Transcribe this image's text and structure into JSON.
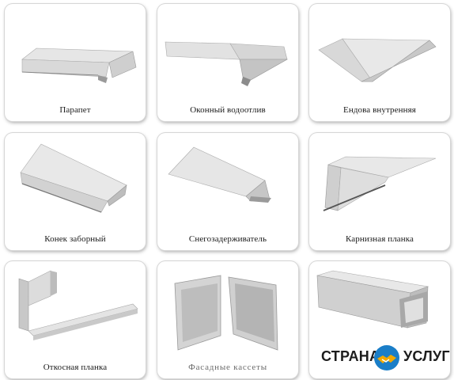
{
  "items": [
    {
      "caption": "Парапет"
    },
    {
      "caption": "Оконный водоотлив"
    },
    {
      "caption": "Ендова внутренняя"
    },
    {
      "caption": "Конек заборный"
    },
    {
      "caption": "Снегозадерживатель"
    },
    {
      "caption": "Карнизная планка"
    },
    {
      "caption": "Откосная планка"
    },
    {
      "caption": "Фасадные кассеты"
    }
  ],
  "watermark": {
    "left_text": "СТРАНА",
    "right_text": "УСЛУГ",
    "logo_icon": "handshake-icon",
    "logo_color": "#1a7ec8"
  }
}
